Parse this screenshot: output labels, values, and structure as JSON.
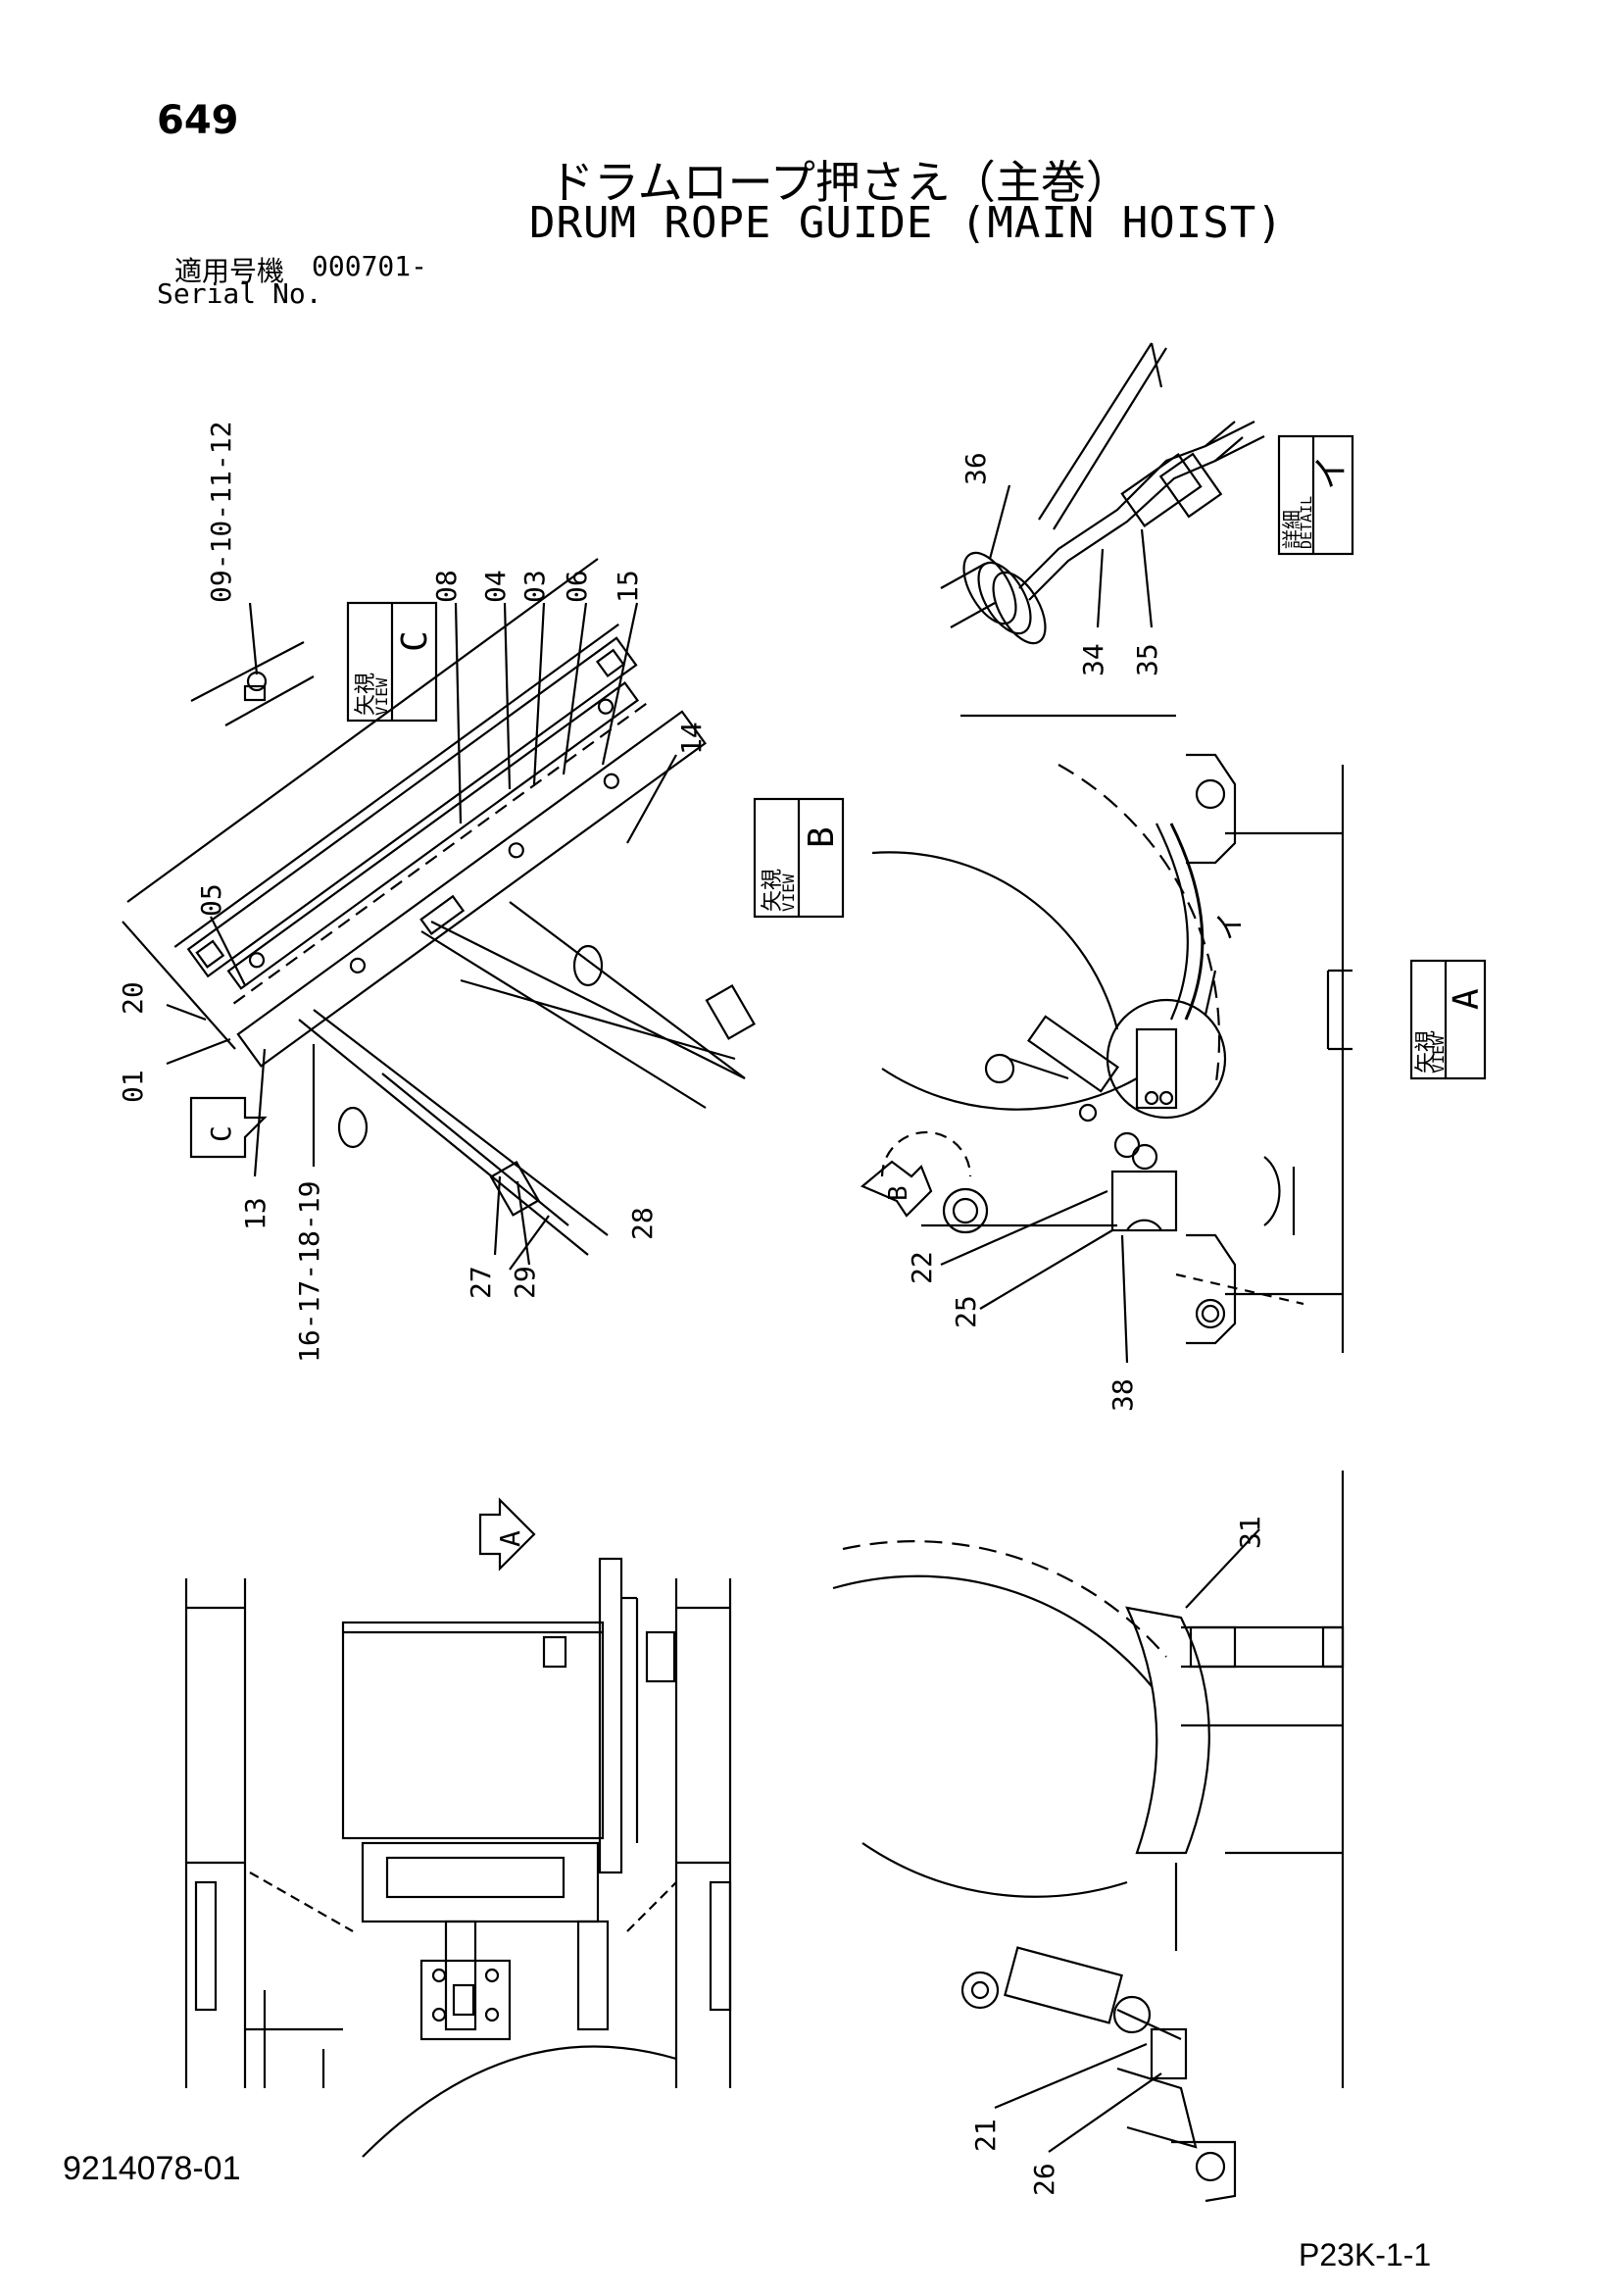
{
  "header": {
    "page_number": "649",
    "title_jp": "ドラムロープ押さえ（主巻）",
    "title_en": "DRUM ROPE GUIDE (MAIN HOIST)",
    "serial_label_jp": "適用号機",
    "serial_label_en": "Serial No.",
    "serial_value": "000701-"
  },
  "footer": {
    "doc_number": "9214078-01",
    "sheet_code": "P23K-1-1"
  },
  "views": {
    "view_c_jp": "矢視",
    "view_c_en": "VIEW",
    "view_c_letter": "C",
    "view_b_jp": "矢視",
    "view_b_en": "VIEW",
    "view_b_letter": "B",
    "view_a_jp": "矢視",
    "view_a_en": "VIEW",
    "view_a_letter": "A",
    "detail_jp": "詳細",
    "detail_en": "DETAIL",
    "detail_letter": "イ",
    "arrow_c": "C",
    "arrow_b": "B",
    "arrow_a": "A",
    "callout_i": "イ"
  },
  "part_labels": {
    "p09_12": "09-10-11-12",
    "p08": "08",
    "p04": "04",
    "p03": "03",
    "p06": "06",
    "p15": "15",
    "p14": "14",
    "p05": "05",
    "p20": "20",
    "p01": "01",
    "p13": "13",
    "p16_19": "16-17-18-19",
    "p27": "27",
    "p29": "29",
    "p28": "28",
    "p36": "36",
    "p34": "34",
    "p35": "35",
    "p22": "22",
    "p25": "25",
    "p38": "38",
    "p31": "31",
    "p21": "21",
    "p26": "26"
  }
}
